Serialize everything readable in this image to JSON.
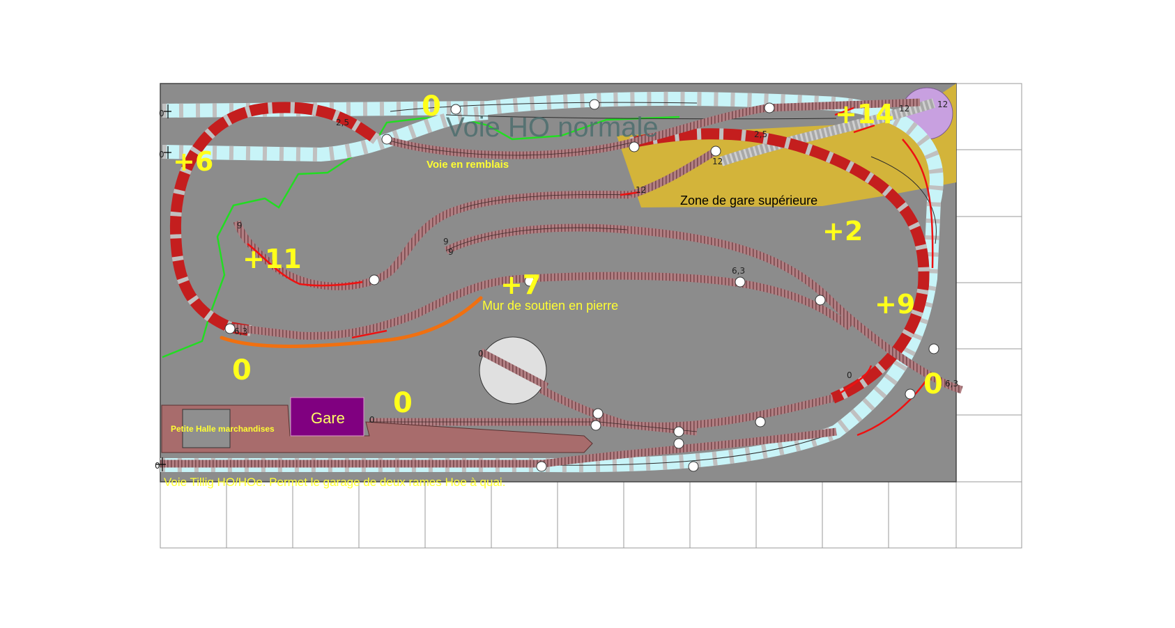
{
  "labels": {
    "voie_ho": "Voie HO normale",
    "voie_remblais": "Voie en remblais",
    "zone_gare": "Zone de gare supérieure",
    "mur": "Mur de soutien en pierre",
    "gare": "Gare",
    "halle": "Petite Halle marchandises",
    "tillig": "Voie Tillig HO/HOe. Permet le garage de deux rames Hoe à quai."
  },
  "elevations": {
    "top_left_0": "0",
    "plus6": "+6",
    "plus14": "+14",
    "plus2": "+2",
    "plus11": "+11",
    "plus7": "+7",
    "plus9": "+9",
    "left_0": "0",
    "middle_0": "0",
    "right_0": "0"
  },
  "track_marks": {
    "m25a": "2,5",
    "m25b": "2,5",
    "m12a": "12",
    "m12b": "12",
    "m12c": "12",
    "m12d": "12",
    "m9a": "9",
    "m9b": "9",
    "m9c": "9",
    "m63a": "6,3",
    "m63b": "6,3",
    "m63c": "6,3",
    "m0a": "0",
    "m0b": "0",
    "m0c": "0",
    "m0d": "0",
    "m0e": "0",
    "m0f": "0"
  },
  "colors": {
    "board": "#8c8c8c",
    "ho_track": "#c8f4f8",
    "ho_sleeper": "#c0c0c0",
    "hoe_track": "#b07c80",
    "ramp_red": "#c41e1e",
    "upper_zone": "#d3b43a",
    "turntable": "#e0e0e0",
    "disc_purple": "#c8a0e0",
    "gare": "#800080",
    "halle": "#a86c6c",
    "green_line": "#22dd22",
    "orange_wall": "#f07010",
    "elevation_text": "#ffff1a"
  }
}
